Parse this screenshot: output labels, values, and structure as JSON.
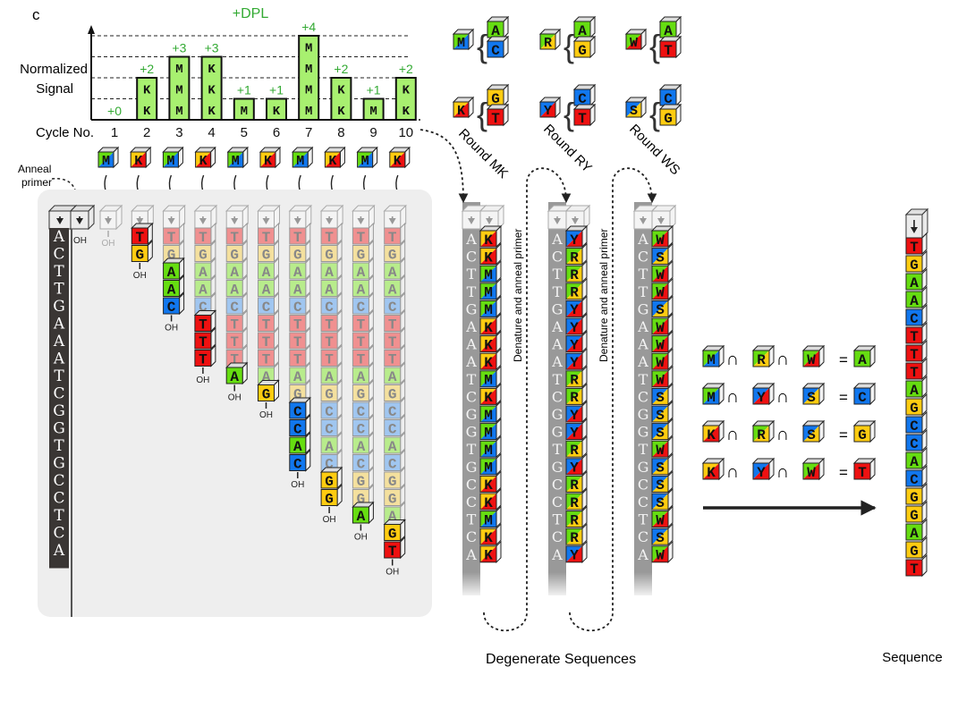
{
  "panel_label": "c",
  "signal_chart": {
    "title": "+DPL",
    "ylabel_line1": "Normalized",
    "ylabel_line2": "Signal",
    "xlabel": "Cycle No.",
    "cycles": [
      "1",
      "2",
      "3",
      "4",
      "5",
      "6",
      "7",
      "8",
      "9",
      "10"
    ],
    "increments": [
      "+0",
      "+2",
      "+3",
      "+3",
      "+1",
      "+1",
      "+4",
      "+2",
      "+1",
      "+2"
    ],
    "bar_letters": [
      [],
      [
        "K",
        "K"
      ],
      [
        "M",
        "M",
        "M"
      ],
      [
        "K",
        "K",
        "K"
      ],
      [
        "M"
      ],
      [
        "K"
      ],
      [
        "M",
        "M",
        "M",
        "M"
      ],
      [
        "K",
        "K"
      ],
      [
        "M"
      ],
      [
        "K",
        "K"
      ]
    ],
    "max_level": 4
  },
  "colors": {
    "A": "#66dd11",
    "C": "#1177ee",
    "G": "#ffcc11",
    "T": "#ee1111",
    "A_faded": "#b8ec8c",
    "C_faded": "#a0c6f0",
    "G_faded": "#f4e09e",
    "T_faded": "#f09090",
    "bar_fill": "#a8f070",
    "increment_text": "#33aa33",
    "panel_bg": "#eeeeee",
    "template_strand": "#3a3634"
  },
  "degenerate_code": [
    {
      "code": "M",
      "bases": [
        "A",
        "C"
      ]
    },
    {
      "code": "R",
      "bases": [
        "A",
        "G"
      ]
    },
    {
      "code": "W",
      "bases": [
        "A",
        "T"
      ]
    },
    {
      "code": "K",
      "bases": [
        "G",
        "T"
      ]
    },
    {
      "code": "Y",
      "bases": [
        "C",
        "T"
      ]
    },
    {
      "code": "S",
      "bases": [
        "C",
        "G"
      ]
    }
  ],
  "cycle_dnp_mix": [
    "M",
    "K",
    "M",
    "K",
    "M",
    "K",
    "M",
    "K",
    "M",
    "K"
  ],
  "anneal_label_line1": "Anneal",
  "anneal_label_line2": "primer",
  "oh_label": "OH",
  "template_sequence": [
    "A",
    "C",
    "T",
    "T",
    "G",
    "A",
    "A",
    "A",
    "T",
    "C",
    "G",
    "G",
    "T",
    "G",
    "C",
    "C",
    "T",
    "C",
    "A"
  ],
  "synthesis_columns": [
    {
      "new": [],
      "prior": 0
    },
    {
      "new": [
        "T",
        "G"
      ],
      "prior": 0
    },
    {
      "new": [
        "A",
        "A",
        "C"
      ],
      "prior": 2
    },
    {
      "new": [
        "T",
        "T",
        "T"
      ],
      "prior": 5
    },
    {
      "new": [
        "A"
      ],
      "prior": 8
    },
    {
      "new": [
        "G"
      ],
      "prior": 9
    },
    {
      "new": [
        "C",
        "C",
        "A",
        "C"
      ],
      "prior": 10
    },
    {
      "new": [
        "G",
        "G"
      ],
      "prior": 14
    },
    {
      "new": [
        "A"
      ],
      "prior": 16
    },
    {
      "new": [
        "G",
        "T"
      ],
      "prior": 17
    }
  ],
  "rounds": [
    {
      "label": "Round MK",
      "sequence": [
        "K",
        "K",
        "M",
        "M",
        "M",
        "K",
        "K",
        "K",
        "M",
        "K",
        "M",
        "M",
        "M",
        "M",
        "K",
        "K",
        "M",
        "K",
        "K"
      ]
    },
    {
      "label": "Round RY",
      "sequence": [
        "Y",
        "R",
        "R",
        "R",
        "Y",
        "Y",
        "Y",
        "Y",
        "R",
        "R",
        "Y",
        "Y",
        "R",
        "Y",
        "R",
        "R",
        "R",
        "R",
        "Y"
      ]
    },
    {
      "label": "Round WS",
      "sequence": [
        "W",
        "S",
        "W",
        "W",
        "S",
        "W",
        "W",
        "W",
        "W",
        "S",
        "S",
        "S",
        "W",
        "S",
        "S",
        "S",
        "W",
        "S",
        "W"
      ]
    }
  ],
  "round_template": [
    "A",
    "C",
    "T",
    "T",
    "G",
    "A",
    "A",
    "A",
    "T",
    "C",
    "G",
    "G",
    "T",
    "G",
    "C",
    "C",
    "T",
    "C",
    "A"
  ],
  "denature_label": "Denature and anneal primer",
  "degenerate_caption": "Degenerate Sequences",
  "intersections": [
    {
      "terms": [
        "M",
        "R",
        "W"
      ],
      "result": "A"
    },
    {
      "terms": [
        "M",
        "Y",
        "S"
      ],
      "result": "C"
    },
    {
      "terms": [
        "K",
        "R",
        "S"
      ],
      "result": "G"
    },
    {
      "terms": [
        "K",
        "Y",
        "W"
      ],
      "result": "T"
    }
  ],
  "intersect_symbol": "∩",
  "equals_symbol": "=",
  "final_sequence": [
    "T",
    "G",
    "A",
    "A",
    "C",
    "T",
    "T",
    "T",
    "A",
    "G",
    "C",
    "C",
    "A",
    "C",
    "G",
    "G",
    "A",
    "G",
    "T"
  ],
  "sequence_caption": "Sequence"
}
